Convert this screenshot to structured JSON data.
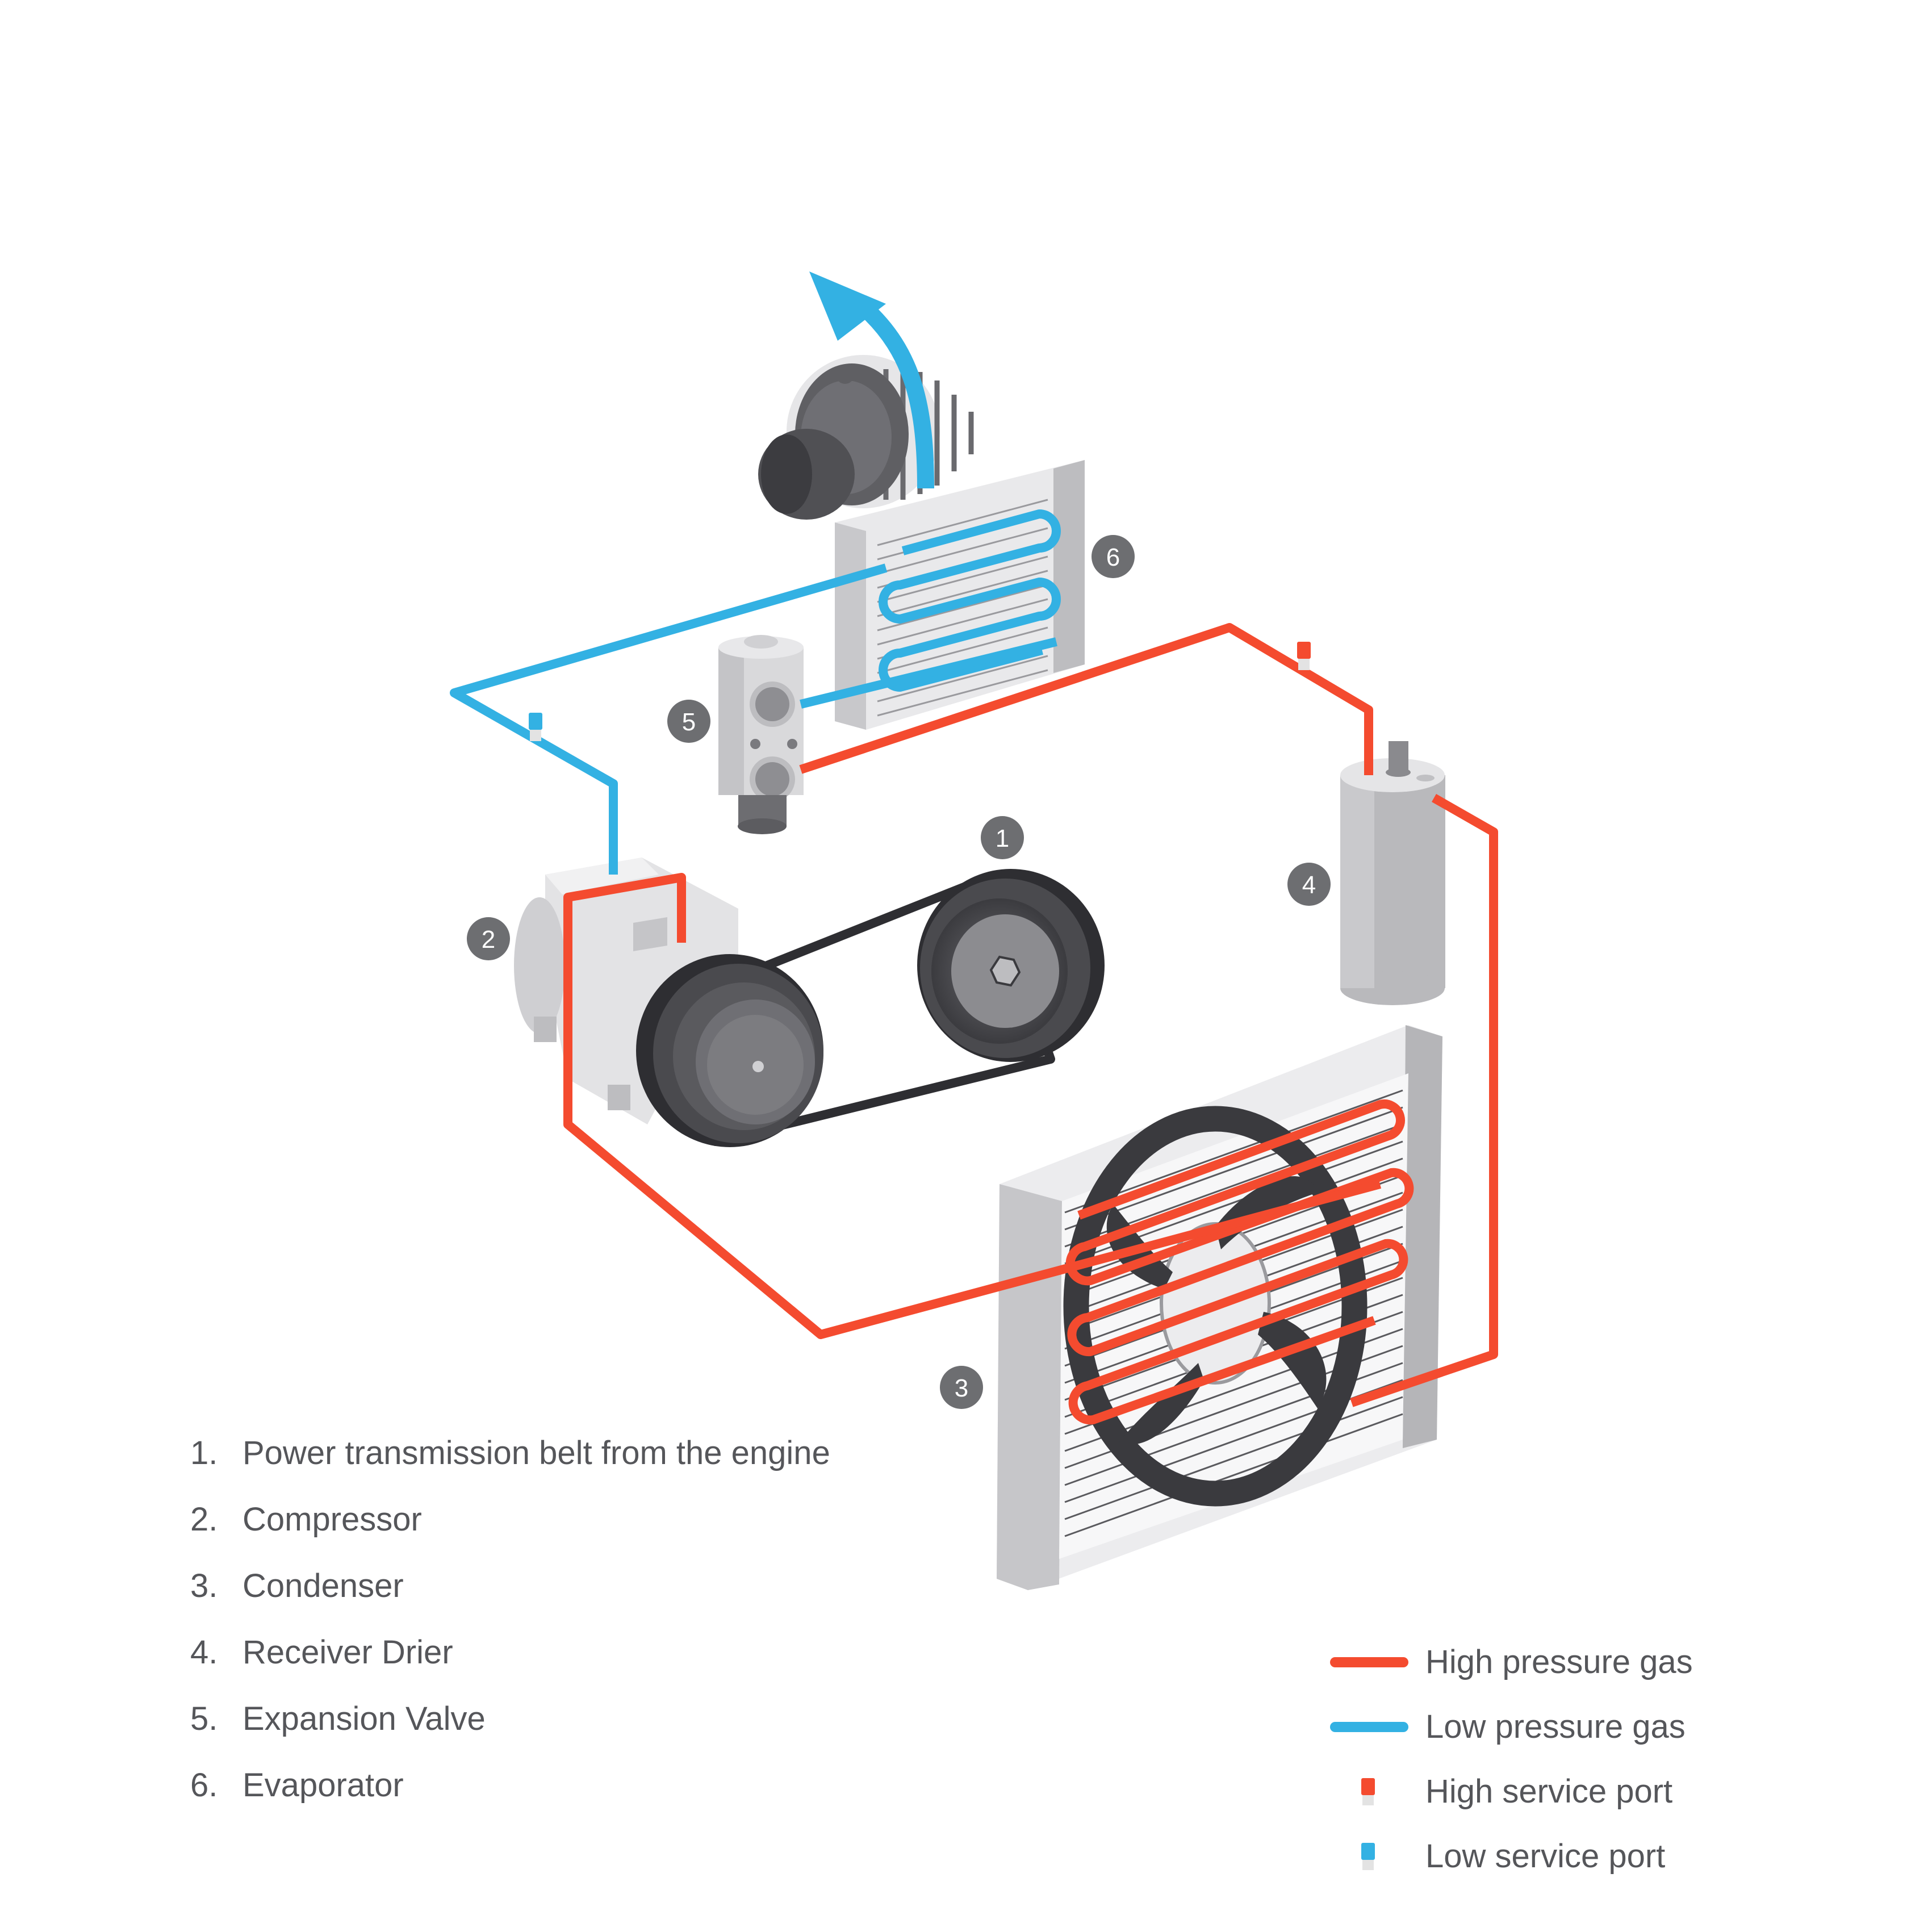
{
  "colors": {
    "high_pressure": "#f44b2f",
    "low_pressure": "#33b1e3",
    "badge": "#6d6e71",
    "text": "#55565a",
    "part_light": "#d6d6d8",
    "part_dark": "#3a3a3e"
  },
  "badges": [
    "1",
    "2",
    "3",
    "4",
    "5",
    "6"
  ],
  "components": [
    {
      "number": "1.",
      "label": "Power transmission belt from the engine"
    },
    {
      "number": "2.",
      "label": "Compressor"
    },
    {
      "number": "3.",
      "label": "Condenser"
    },
    {
      "number": "4.",
      "label": "Receiver Drier"
    },
    {
      "number": "5.",
      "label": "Expansion Valve"
    },
    {
      "number": "6.",
      "label": "Evaporator"
    }
  ],
  "legend": [
    {
      "label": "High pressure gas",
      "kind": "line",
      "color": "#f44b2f"
    },
    {
      "label": "Low pressure gas",
      "kind": "line",
      "color": "#33b1e3"
    },
    {
      "label": "High service port",
      "kind": "port",
      "color": "#f44b2f"
    },
    {
      "label": "Low service port",
      "kind": "port",
      "color": "#33b1e3"
    }
  ]
}
